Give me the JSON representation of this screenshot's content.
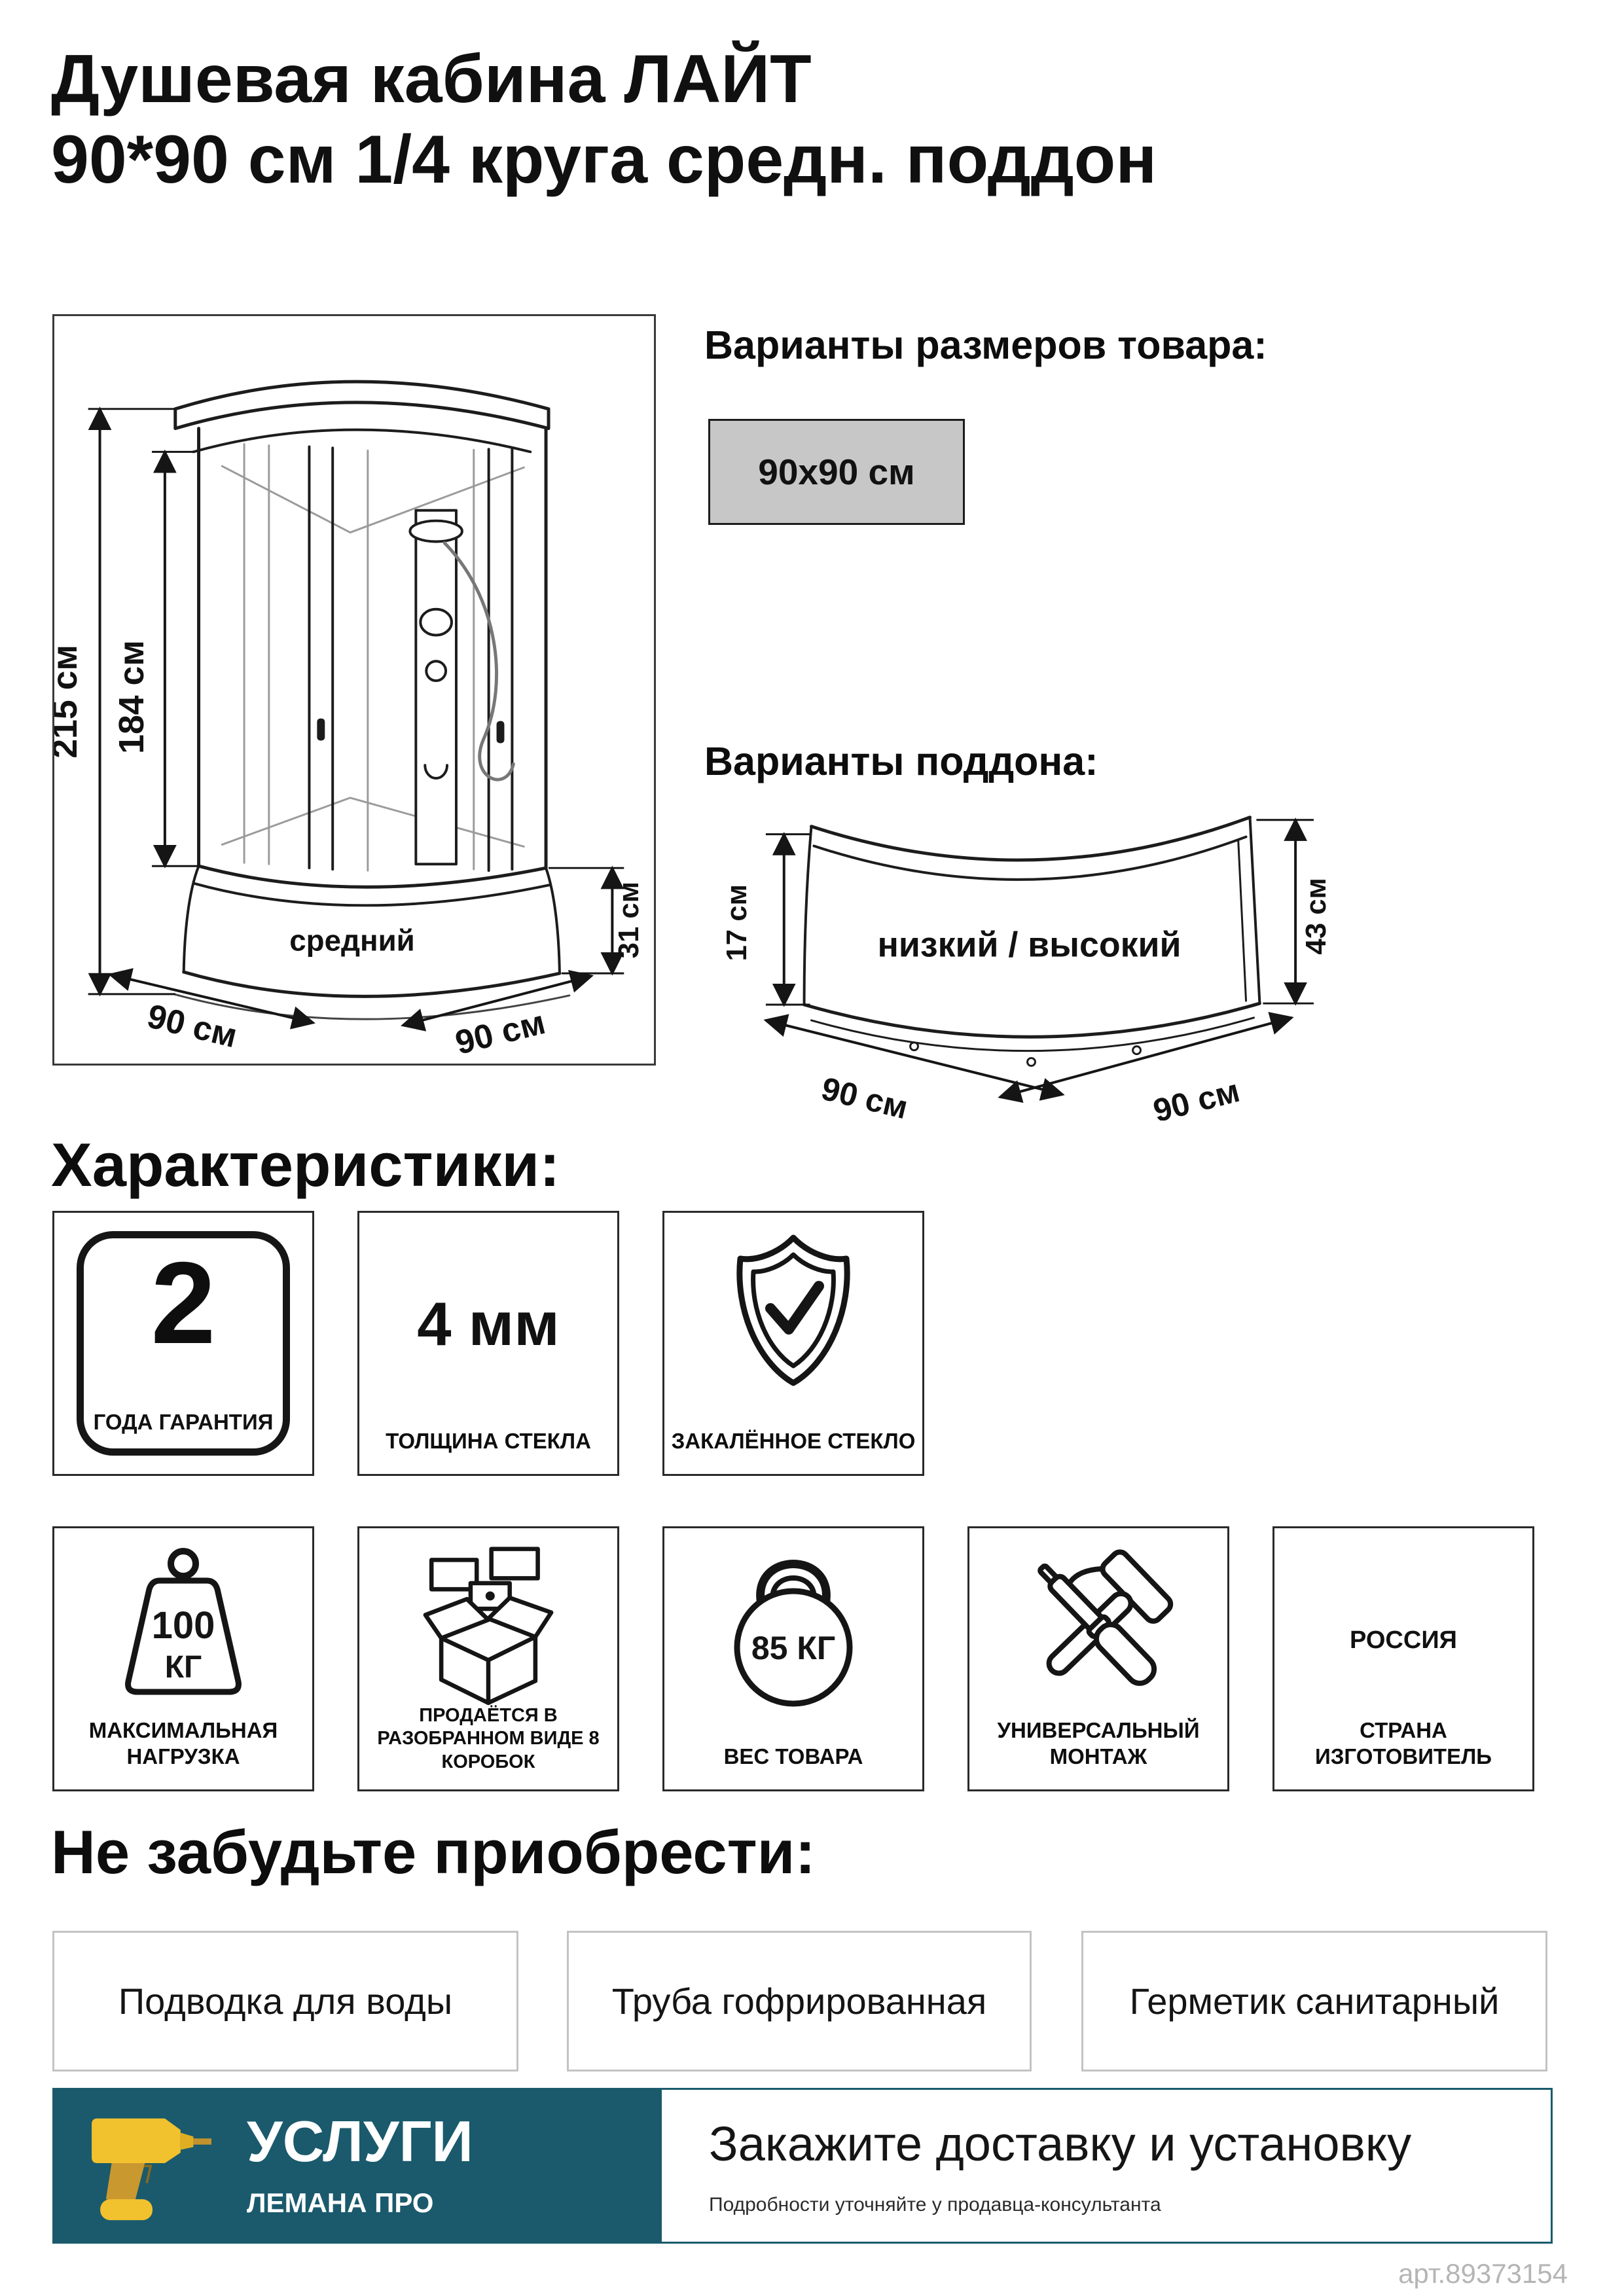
{
  "title": {
    "line1": "Душевая кабина  ЛАЙТ",
    "line2": "90*90 см 1/4 круга средн. поддон"
  },
  "size_variants": {
    "heading": "Варианты размеров товара:",
    "selected": "90x90 см"
  },
  "cabin": {
    "dim_total_height": "215 см",
    "dim_inner_height": "184 см",
    "dim_tray_height": "31 см",
    "dim_width_left": "90 см",
    "dim_width_right": "90 см",
    "tray_type": "средний"
  },
  "tray": {
    "heading": "Варианты поддона:",
    "label": "низкий / высокий",
    "dim_low": "17 см",
    "dim_high": "43 см",
    "dim_width_left": "90 см",
    "dim_width_right": "90 см"
  },
  "specs": {
    "heading": "Характеристики:",
    "tiles": [
      {
        "value": "2",
        "caption": "ГОДА ГАРАНТИЯ"
      },
      {
        "value": "4 мм",
        "label": "ТОЛЩИНА СТЕКЛА"
      },
      {
        "label": "ЗАКАЛЁННОЕ СТЕКЛО"
      },
      {
        "value": "100",
        "unit": "КГ",
        "label": "МАКСИМАЛЬНАЯ НАГРУЗКА"
      },
      {
        "label": "ПРОДАЁТСЯ В РАЗОБРАННОМ ВИДЕ 8 КОРОБОК"
      },
      {
        "value": "85 КГ",
        "label": "ВЕС ТОВАРА"
      },
      {
        "label": "УНИВЕРСАЛЬНЫЙ МОНТАЖ"
      },
      {
        "value": "РОССИЯ",
        "label": "СТРАНА ИЗГОТОВИТЕЛЬ"
      }
    ]
  },
  "accessories": {
    "heading": "Не забудьте приобрести:",
    "items": [
      "Подводка для воды",
      "Труба гофрированная",
      "Герметик санитарный"
    ]
  },
  "footer": {
    "brand_title": "УСЛУГИ",
    "brand_subtitle": "ЛЕМАНА ПРО",
    "cta_title": "Закажите доставку и установку",
    "cta_note": "Подробности уточняйте у продавца-консультанта"
  },
  "meta": {
    "article": "арт.89373154"
  },
  "colors": {
    "teal": "#1A5A6C",
    "size_chip_gray": "#C7C7C7",
    "drill_yellow": "#F2C12E",
    "drill_dark": "#C2922E",
    "art_gray": "#B5B5B5"
  }
}
